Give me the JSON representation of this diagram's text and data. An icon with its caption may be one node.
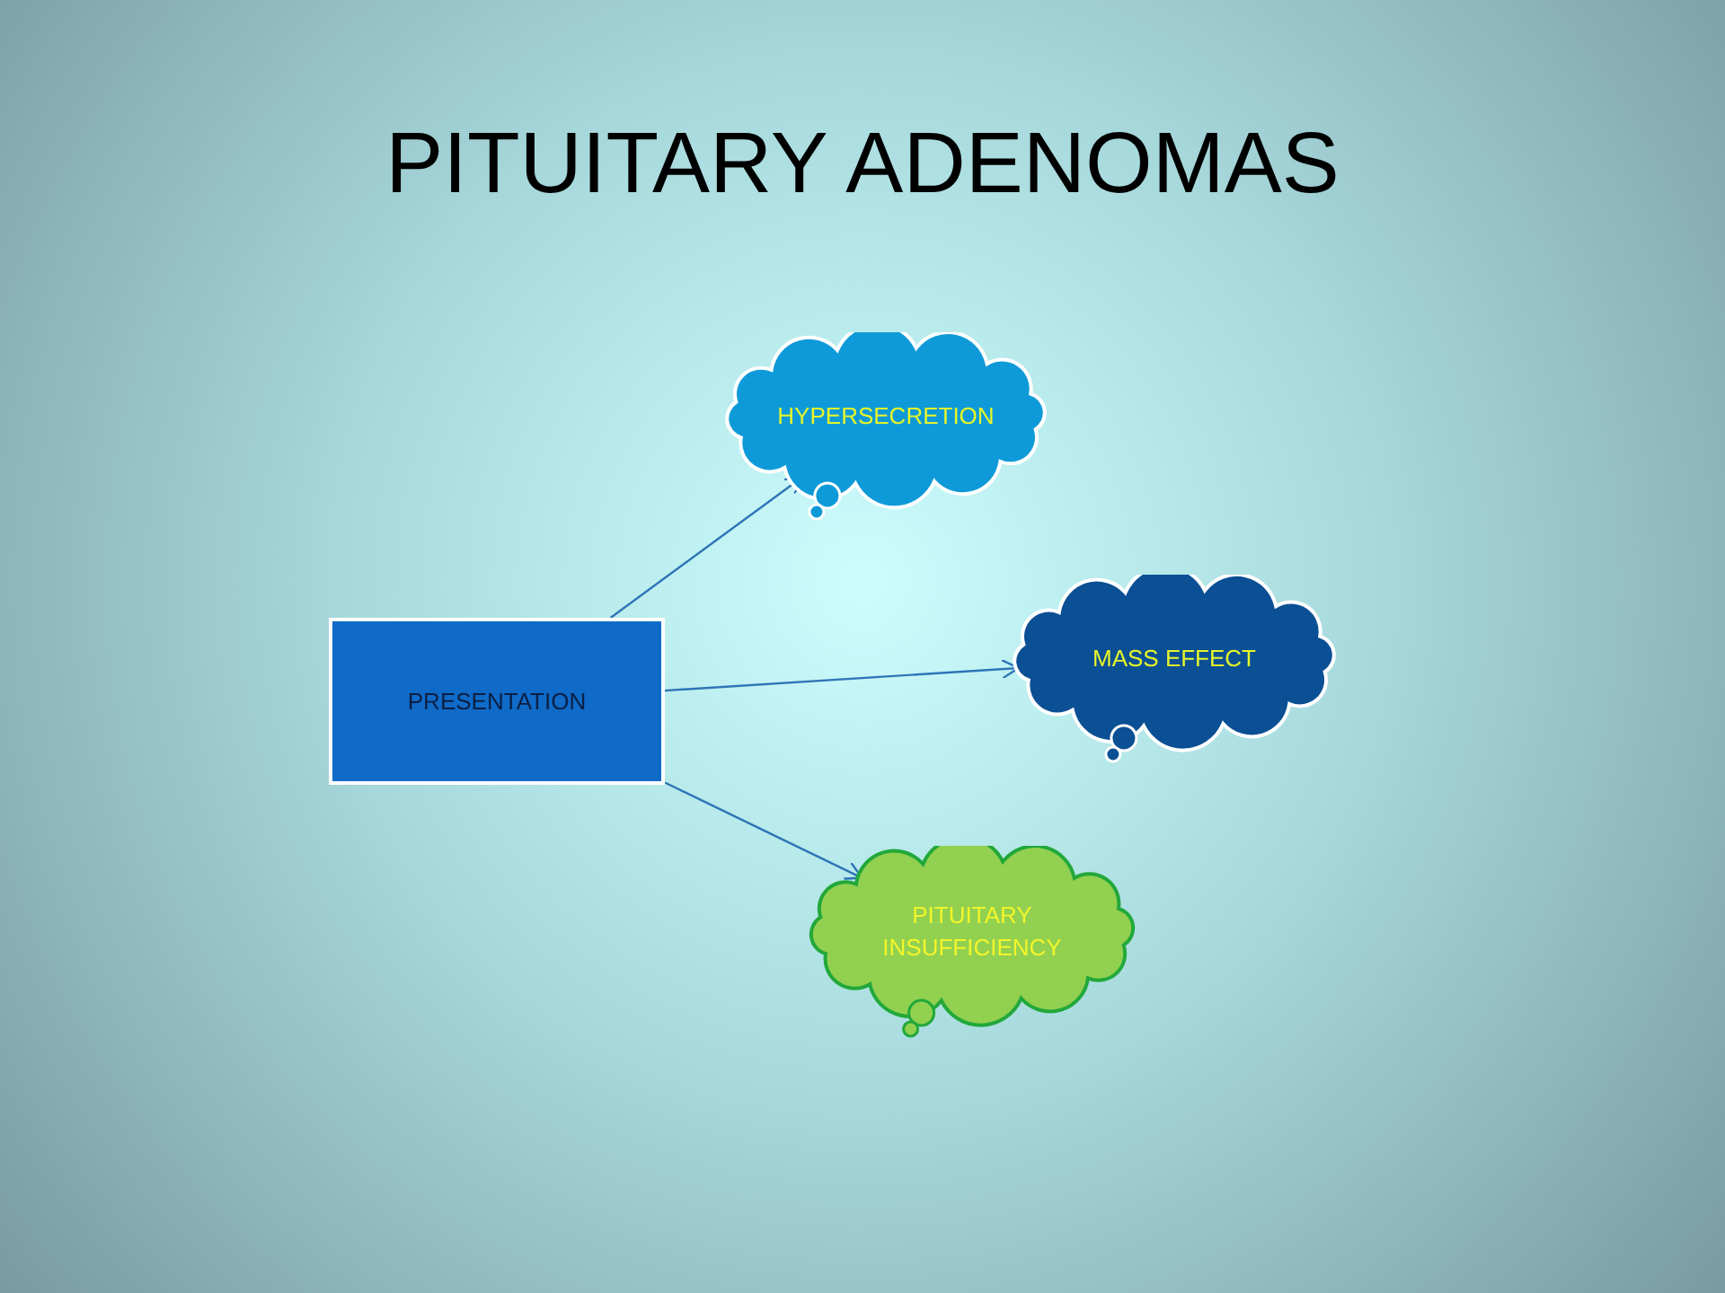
{
  "diagram": {
    "title": "PITUITARY ADENOMAS",
    "nodes": [
      {
        "text": [
          "PRESENTATION"
        ]
      },
      {
        "text": [
          "HYPERSECRETION"
        ]
      },
      {
        "text": [
          "MASS EFFECT"
        ]
      },
      {
        "text": [
          "PITUITARY INSUFFICIENCY"
        ]
      }
    ],
    "edges": [
      {
        "from": 0,
        "to": 1,
        "arrow": "to"
      },
      {
        "from": 0,
        "to": 2,
        "arrow": "to"
      },
      {
        "from": 0,
        "to": 3,
        "arrow": "to"
      }
    ]
  }
}
